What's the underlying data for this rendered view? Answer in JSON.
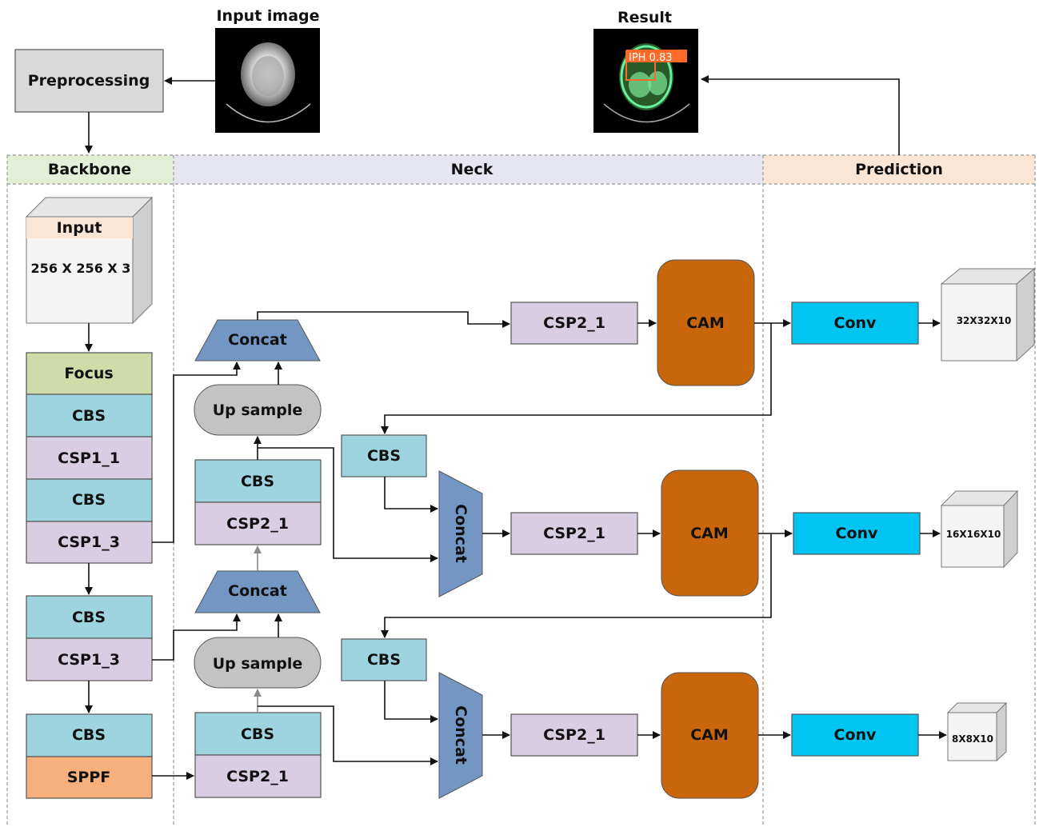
{
  "images": {
    "input_label": "Input image",
    "result_label": "Result",
    "result_detection": "IPH  0.83"
  },
  "preprocessing": "Preprocessing",
  "sections": {
    "backbone": "Backbone",
    "neck": "Neck",
    "prediction": "Prediction"
  },
  "backbone": {
    "input_label": "Input",
    "input_dims": "256 X 256 X 3",
    "focus": "Focus",
    "cbs_1": "CBS",
    "csp1_1": "CSP1_1",
    "cbs_2": "CBS",
    "csp1_3_a": "CSP1_3",
    "cbs_3": "CBS",
    "csp1_3_b": "CSP1_3",
    "cbs_4": "CBS",
    "sppf": "SPPF"
  },
  "neck": {
    "concat_top": "Concat",
    "upsample_top": "Up sample",
    "cbs_top": "CBS",
    "csp2_1_top": "CSP2_1",
    "concat_mid": "Concat",
    "upsample_mid": "Up sample",
    "cbs_bottom": "CBS",
    "csp2_1_bottom": "CSP2_1",
    "cbs_right_mid": "CBS",
    "cbs_right_bottom": "CBS",
    "concat_v_mid": "Concat",
    "concat_v_bottom": "Concat",
    "csp2_1_row1": "CSP2_1",
    "csp2_1_row2": "CSP2_1",
    "csp2_1_row3": "CSP2_1",
    "cam_row1": "CAM",
    "cam_row2": "CAM",
    "cam_row3": "CAM"
  },
  "prediction": {
    "conv_row1": "Conv",
    "conv_row2": "Conv",
    "conv_row3": "Conv",
    "out_row1": "32X32X10",
    "out_row2": "16X16X10",
    "out_row3": "8X8X10"
  },
  "colors": {
    "cbs": "#9dd4df",
    "csp": "#d9cde2",
    "focus": "#cfdcaa",
    "sppf": "#f7b07c",
    "concat": "#7396c3",
    "upsample": "#c3c3c3",
    "cam": "#c9650a",
    "conv": "#00c4f1",
    "preprocessing": "#d9d9d9",
    "backbone_header": "#e3efd6",
    "neck_header": "#e6e6f3",
    "prediction_header": "#fbe6d5"
  }
}
